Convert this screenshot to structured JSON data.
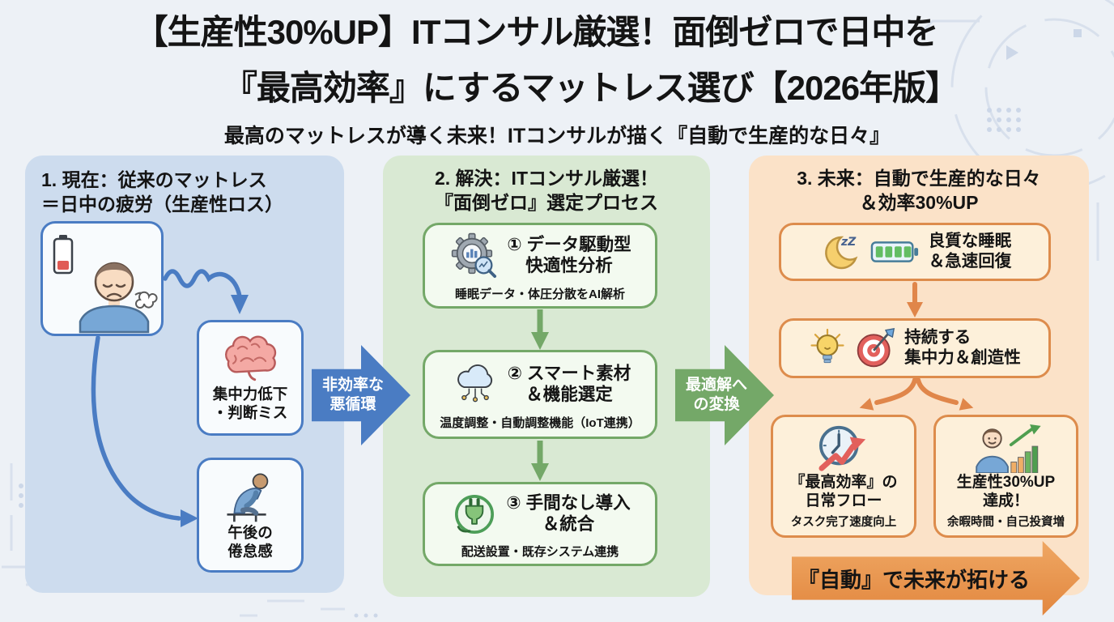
{
  "header": {
    "title_line1": "【生産性30%UP】ITコンサル厳選！面倒ゼロで日中を",
    "title_line2": "『最高効率』にするマットレス選び【2026年版】",
    "subtitle": "最高のマットレスが導く未来！ITコンサルが描く『自動で生産的な日々』"
  },
  "arrows": {
    "inefficiency_line1": "非効率な",
    "inefficiency_line2": "悪循環",
    "transform_line1": "最適解へ",
    "transform_line2": "の変換",
    "future_banner": "『自動』で未来が拓ける"
  },
  "panel_current": {
    "title_line1": "1. 現在：従来のマットレス",
    "title_line2": "＝日中の疲労（生産性ロス）",
    "brain_line1": "集中力低下",
    "brain_line2": "・判断ミス",
    "slump_line1": "午後の",
    "slump_line2": "倦怠感"
  },
  "panel_solution": {
    "title_line1": "2. 解決：ITコンサル厳選！",
    "title_line2": "『面倒ゼロ』選定プロセス",
    "steps": [
      {
        "t1": "① データ駆動型",
        "t2": "快適性分析",
        "sub": "睡眠データ・体圧分散をAI解析"
      },
      {
        "t1": "② スマート素材",
        "t2": "＆機能選定",
        "sub": "温度調整・自動調整機能（IoT連携）"
      },
      {
        "t1": "③ 手間なし導入",
        "t2": "＆統合",
        "sub": "配送設置・既存システム連携"
      }
    ]
  },
  "panel_future": {
    "title_line1": "3. 未来：自動で生産的な日々",
    "title_line2": "＆効率30%UP",
    "sleep_line1": "良質な睡眠",
    "sleep_line2": "＆急速回復",
    "focus_line1": "持続する",
    "focus_line2": "集中力＆創造性",
    "flow_line1": "『最高効率』の",
    "flow_line2": "日常フロー",
    "flow_sub": "タスク完了速度向上",
    "prod_line1": "生産性30%UP",
    "prod_line2": "達成！",
    "prod_sub": "余暇時間・自己投資増"
  },
  "icons": {
    "sleep_z": "zZ"
  },
  "colors": {
    "background": "#edf1f6",
    "panel_blue": "#cddcee",
    "panel_green": "#d9e9d3",
    "panel_orange": "#fbe2c8",
    "accent_blue": "#4a7cc3",
    "accent_green": "#74a868",
    "accent_orange": "#e0864a",
    "banner_orange": "#e9964f",
    "text": "#141414"
  }
}
